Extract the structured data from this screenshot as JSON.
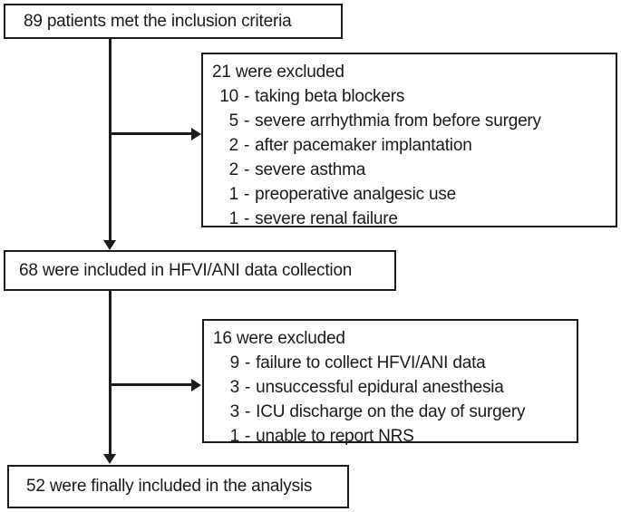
{
  "flow": {
    "separator": "-",
    "inclusion": {
      "text": "89 patients met the inclusion criteria"
    },
    "exclusion1": {
      "title": "21 were excluded",
      "items": [
        {
          "count": "10",
          "reason": "taking beta blockers"
        },
        {
          "count": "5",
          "reason": "severe arrhythmia from before surgery"
        },
        {
          "count": "2",
          "reason": "after pacemaker implantation"
        },
        {
          "count": "2",
          "reason": "severe asthma"
        },
        {
          "count": "1",
          "reason": "preoperative analgesic use"
        },
        {
          "count": "1",
          "reason": "severe renal failure"
        }
      ]
    },
    "collection": {
      "text": "68 were included in HFVI/ANI data collection"
    },
    "exclusion2": {
      "title": "16 were excluded",
      "items": [
        {
          "count": "9",
          "reason": "failure to collect HFVI/ANI data"
        },
        {
          "count": "3",
          "reason": "unsuccessful epidural anesthesia"
        },
        {
          "count": "3",
          "reason": "ICU discharge on the day of surgery"
        },
        {
          "count": "1",
          "reason": "unable to report NRS"
        }
      ]
    },
    "analysis": {
      "text": "52 were finally included in the analysis"
    },
    "colors": {
      "line": "#1b1b1b",
      "text": "#1b1b1b",
      "background": "#ffffff"
    }
  }
}
